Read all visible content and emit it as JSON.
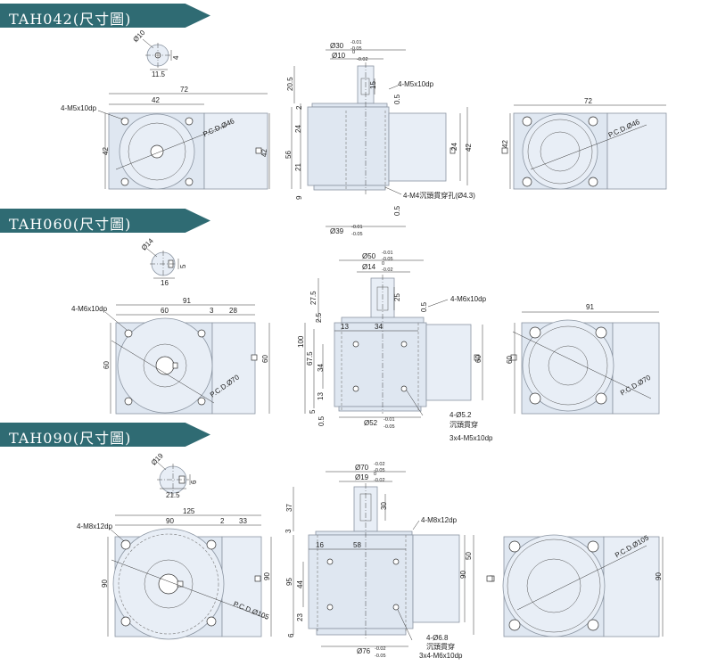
{
  "sections": [
    {
      "id": "tah042",
      "title": "TAH042(尺寸圖)",
      "shaft": {
        "dia": "Ø10",
        "key_w": "4",
        "key_len": "11.5"
      },
      "front": {
        "width": "72",
        "flange": "42",
        "height": "42",
        "side_h": "42",
        "holes": "4-M5x10dp",
        "pcd": "P.C.D.Ø46"
      },
      "side": {
        "d_top": "Ø30",
        "d_top_tol_up": "-0.01",
        "d_top_tol_lo": "-0.05",
        "d_shaft": "Ø10",
        "d_shaft_tol_up": "0",
        "d_shaft_tol_lo": "-0.02",
        "shaft_len": "20.5",
        "key_len": "15",
        "tap": "4-M5x10dp",
        "gap_top": "0.5",
        "top_step": "2",
        "h1": "24",
        "total": "56",
        "h2": "21",
        "bottom": "9",
        "right_h": "24",
        "right_h2": "42",
        "thru": "4-M4沉頭貫穿孔(Ø4.3)",
        "gap_bot": "0.5",
        "d_bot": "Ø39",
        "d_bot_tol_up": "-0.01",
        "d_bot_tol_lo": "-0.05"
      },
      "rear": {
        "width": "72",
        "height": "42",
        "pcd": "P.C.D.Ø46"
      }
    },
    {
      "id": "tah060",
      "title": "TAH060(尺寸圖)",
      "shaft": {
        "dia": "Ø14",
        "key_w": "5",
        "key_len": "16"
      },
      "front": {
        "width": "91",
        "flange": "60",
        "gap": "3",
        "side_w": "28",
        "height": "60",
        "side_h": "60",
        "holes": "4-M6x10dp",
        "pcd": "P.C.D.Ø70"
      },
      "side": {
        "d_top": "Ø50",
        "d_top_tol_up": "-0.01",
        "d_top_tol_lo": "-0.05",
        "d_shaft": "Ø14",
        "d_shaft_tol_up": "0",
        "d_shaft_tol_lo": "-0.02",
        "shaft_len": "27.5",
        "key_len": "25",
        "tap": "4-M6x10dp",
        "gap_top": "0.5",
        "step": "2.5",
        "left_off": "13",
        "hole_span": "34",
        "total": "100",
        "mid": "67.5",
        "v_span": "34",
        "v_off": "13",
        "bottom": "5",
        "gap_bot": "0.5",
        "right_h": "60",
        "thru1": "4-Ø5.2",
        "thru2": "沉頭貫穿",
        "thru3": "3x4-M5x10dp",
        "d_bot": "Ø52",
        "d_bot_tol_up": "-0.01",
        "d_bot_tol_lo": "-0.05"
      },
      "rear": {
        "width": "91",
        "height": "60",
        "pcd": "P.C.D.Ø70"
      }
    },
    {
      "id": "tah090",
      "title": "TAH090(尺寸圖)",
      "shaft": {
        "dia": "Ø19",
        "key_w": "6",
        "key_len": "21.5"
      },
      "front": {
        "width": "125",
        "flange": "90",
        "gap": "2",
        "side_w": "33",
        "height": "90",
        "side_h": "90",
        "holes": "4-M8x12dp",
        "pcd": "P.C.D.Ø105"
      },
      "side": {
        "d_top": "Ø70",
        "d_top_tol_up": "-0.02",
        "d_top_tol_lo": "-0.05",
        "d_shaft": "Ø19",
        "d_shaft_tol_up": "0",
        "d_shaft_tol_lo": "-0.02",
        "shaft_len": "37",
        "key_len": "30",
        "tap": "4-M8x12dp",
        "step": "3",
        "left_off": "16",
        "hole_span": "58",
        "total": "95",
        "v_span": "44",
        "v_off": "23",
        "bottom": "6",
        "right_h": "50",
        "right_h2": "90",
        "thru1": "4-Ø6.8",
        "thru2": "沉頭貫穿",
        "thru3": "3x4-M6x10dp",
        "d_bot": "Ø76",
        "d_bot_tol_up": "-0.02",
        "d_bot_tol_lo": "-0.05"
      },
      "rear": {
        "width": "",
        "height": "90",
        "pcd": "P.C.D.Ø105"
      }
    }
  ]
}
